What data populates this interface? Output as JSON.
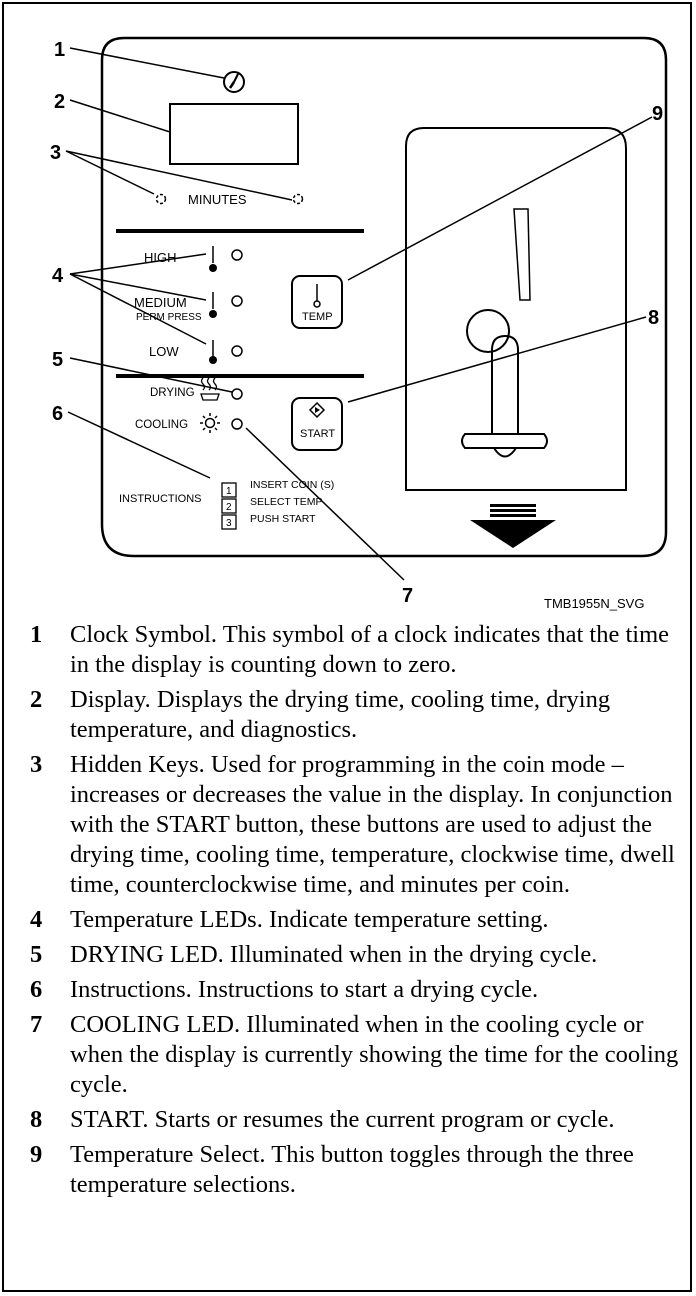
{
  "figure": {
    "code": "TMB1955N_SVG",
    "callouts": [
      "1",
      "2",
      "3",
      "4",
      "5",
      "6",
      "7",
      "8",
      "9"
    ],
    "labels": {
      "minutes": "MINUTES",
      "high": "HIGH",
      "medium": "MEDIUM",
      "perm_press": "PERM PRESS",
      "low": "LOW",
      "drying": "DRYING",
      "cooling": "COOLING",
      "instructions": "INSTRUCTIONS",
      "temp_button": "TEMP",
      "start_button": "START"
    },
    "instruction_steps": [
      {
        "num": "1",
        "text": "INSERT COIN (S)"
      },
      {
        "num": "2",
        "text": "SELECT TEMP"
      },
      {
        "num": "3",
        "text": "PUSH START"
      }
    ]
  },
  "legend": [
    {
      "num": "1",
      "text": "Clock Symbol. This symbol of a clock indicates that the time in the display is counting down to zero."
    },
    {
      "num": "2",
      "text": "Display. Displays the drying time, cooling time, drying temperature, and diagnostics."
    },
    {
      "num": "3",
      "text": "Hidden Keys. Used for programming in the coin mode – increases or decreases the value in the display. In conjunction with the START button, these buttons are used to adjust the drying time, cooling time, temperature, clockwise time, dwell time, counterclockwise time, and minutes per coin."
    },
    {
      "num": "4",
      "text": "Temperature LEDs. Indicate temperature setting."
    },
    {
      "num": "5",
      "text": "DRYING LED. Illuminated when in the drying cycle."
    },
    {
      "num": "6",
      "text": "Instructions. Instructions to start a drying cycle."
    },
    {
      "num": "7",
      "text": "COOLING LED. Illuminated when in the cooling cycle or when the display is currently showing the time for the cooling cycle."
    },
    {
      "num": "8",
      "text": "START. Starts or resumes the current program or cycle."
    },
    {
      "num": "9",
      "text": "Temperature Select. This button toggles through the three temperature selections."
    }
  ]
}
